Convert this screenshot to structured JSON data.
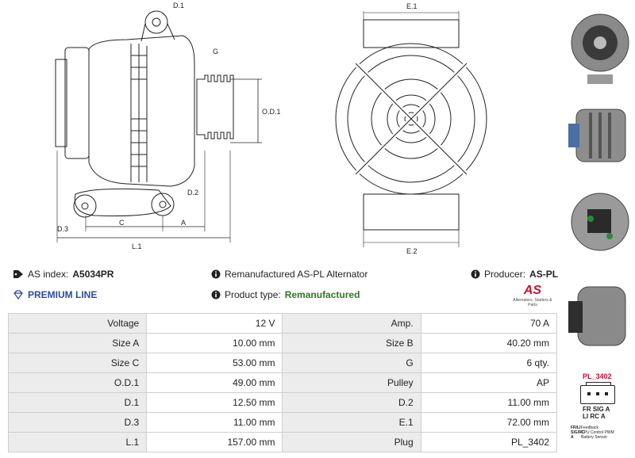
{
  "drawing": {
    "labels": {
      "d1_top": "D.1",
      "g": "G",
      "od1": "O.D.1",
      "d2": "D.2",
      "d3": "D.3",
      "c": "C",
      "a": "A",
      "l1": "L.1",
      "e1": "E.1",
      "e2": "E.2"
    }
  },
  "info": {
    "as_index_label": "AS index:",
    "as_index_value": "A5034PR",
    "premium_line": "PREMIUM LINE",
    "description": "Remanufactured AS-PL Alternator",
    "product_type_label": "Product type:",
    "product_type_value": "Remanufactured",
    "producer_label": "Producer:",
    "producer_value": "AS-PL",
    "logo_text": "AS",
    "logo_tagline": "Alternators, Starters & Parts"
  },
  "specs": [
    {
      "label": "Voltage",
      "value": "12 V",
      "label2": "Amp.",
      "value2": "70 A"
    },
    {
      "label": "Size A",
      "value": "10.00 mm",
      "label2": "Size B",
      "value2": "40.20 mm"
    },
    {
      "label": "Size C",
      "value": "53.00 mm",
      "label2": "G",
      "value2": "6 qty."
    },
    {
      "label": "O.D.1",
      "value": "49.00 mm",
      "label2": "Pulley",
      "value2": "AP"
    },
    {
      "label": "D.1",
      "value": "12.50 mm",
      "label2": "D.2",
      "value2": "11.00 mm"
    },
    {
      "label": "D.3",
      "value": "11.00 mm",
      "label2": "E.1",
      "value2": "72.00 mm"
    },
    {
      "label": "L.1",
      "value": "157.00 mm",
      "label2": "Plug",
      "value2": "PL_3402"
    }
  ],
  "plug": {
    "title": "PL_3402",
    "row1": "FR SIG  A",
    "row2": "LI  RC  A",
    "legend": [
      {
        "key": "FR/LI",
        "text": "Feedback"
      },
      {
        "key": "SIG/RC",
        "text": "CPU Control PWM"
      },
      {
        "key": "A",
        "text": "Battery Sensor"
      }
    ]
  },
  "colors": {
    "premium": "#2f4aa0",
    "green": "#2a7a1e",
    "red": "#c8102e"
  }
}
